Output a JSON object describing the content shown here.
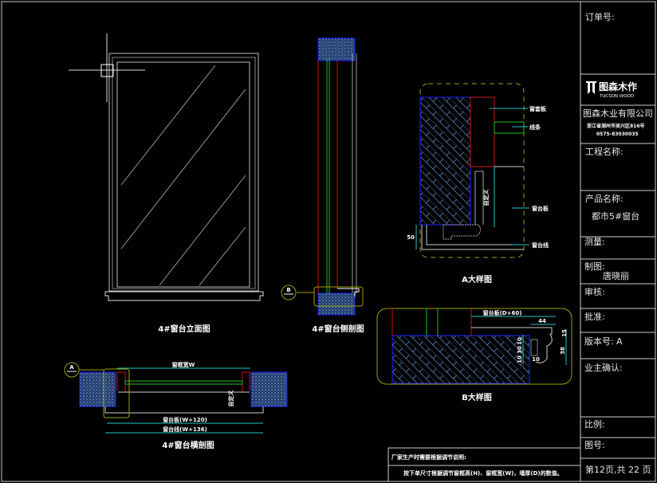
{
  "title_block": {
    "order_no_label": "订单号:",
    "logo_cn": "图森木作",
    "logo_en": "TUCSON WOOD",
    "company": "图森木业有限公司",
    "address": "浙江省湖州市吴兴区816号",
    "phone": "0575-83030035",
    "project_label": "工程名称:",
    "product_label": "产品名称:",
    "product_value": "都市5#窗台",
    "measure_label": "测量:",
    "drafter_label": "制图:",
    "drafter_value": "唐晓丽",
    "review_label": "审核:",
    "approve_label": "批准:",
    "version_label": "版本号:",
    "version_value": "A",
    "owner_confirm_label": "业主确认:",
    "scale_label": "比例:",
    "drawing_no_label": "图号:",
    "page_info": "第12页,共 22 页"
  },
  "notes": {
    "heading": "厂家生产时需要根据调节说明:",
    "line": "按下单尺寸根据调节窗框高(H)、窗框宽(W)，墙厚(D)的数值。"
  },
  "drawings": {
    "elevation_title": "4#窗台立面图",
    "side_section_title": "4#窗台侧剖图",
    "side_marker": "B",
    "detail_a_title": "A大样图",
    "detail_a_labels": [
      "窗套板",
      "线条",
      "窗台板",
      "窗台线"
    ],
    "detail_a_dims": [
      "50",
      "自定义"
    ],
    "detail_b_title": "B大样图",
    "detail_b_top_label": "窗台板(D+60)",
    "detail_b_dims": [
      "44",
      "15",
      "10",
      "30",
      "10",
      "10",
      "38"
    ],
    "cross_section_title": "4#窗台横剖图",
    "cross_marker": "A",
    "cross_width_label": "窗框宽W",
    "cross_custom_label": "自定义",
    "cross_board_label": "窗台板(W+120)",
    "cross_line_label": "窗台线(W+136)"
  },
  "colors": {
    "wall_edge": "#2020ff",
    "hatch": "#5b8cc8",
    "frame": "#d01010",
    "glass": "#20c020",
    "dim": "#20c8c8",
    "callout": "#a0a000"
  }
}
